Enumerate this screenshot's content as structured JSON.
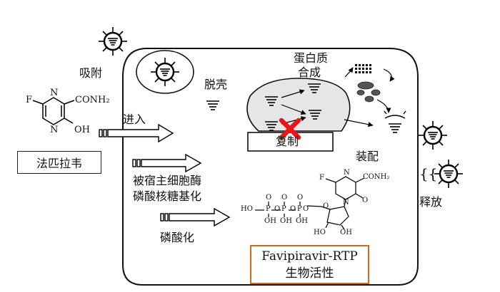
{
  "labels": {
    "adsorption": "吸附",
    "uncoating": "脱壳",
    "protein_synthesis_line1": "蛋白质",
    "protein_synthesis_line2": "合成",
    "replication": "复制",
    "assembly": "装配",
    "release": "释放",
    "entry": "进入",
    "host_enzyme_line1": "被宿主细胞酶",
    "host_enzyme_line2": "磷酸核糖基化",
    "phosphorylation": "磷酸化"
  },
  "drug": {
    "name": "法匹拉韦",
    "fluorine": "F",
    "nitrogen": "N",
    "carboxamide": "CONH₂",
    "hydroxyl": "OH"
  },
  "metabolite": {
    "ho": "HO",
    "p": "P",
    "o": "O",
    "oh": "OH",
    "f": "F",
    "n": "N",
    "conh2": "CONH₂"
  },
  "result": {
    "line1": "Favipiravir-RTP",
    "line2": "生物活性"
  },
  "colors": {
    "inhibit_mark": "#e8151b",
    "result_border": "#d2691e",
    "nucleus_fill": "#e6e6e6"
  }
}
